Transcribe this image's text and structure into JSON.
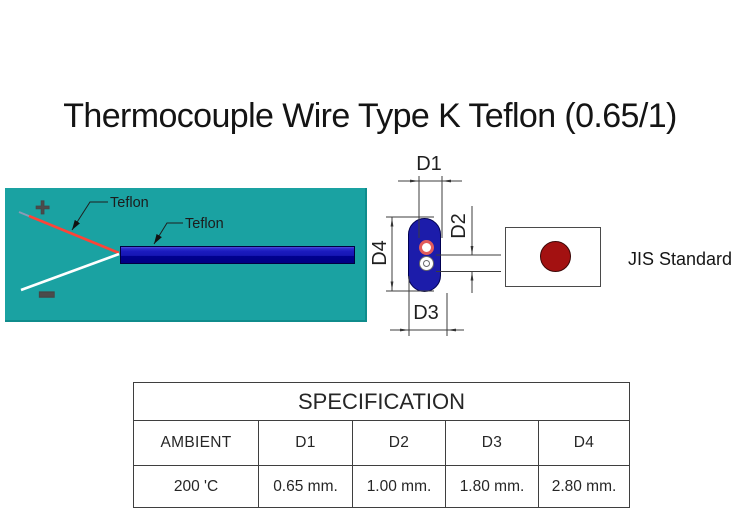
{
  "title": "Thermocouple Wire Type K Teflon (0.65/1)",
  "wire_diagram": {
    "positive_label": "+",
    "negative_label": "−",
    "insulation_label_positive_wire": "Teflon",
    "insulation_label_jacket": "Teflon",
    "colors": {
      "panel_background": "#1aa2a2",
      "jacket_blue": "#1616b4",
      "positive_wire_red": "#fb4438",
      "negative_wire_white": "#ffffff"
    }
  },
  "cross_section": {
    "dim_labels": {
      "top": "D1",
      "right": "D2",
      "bottom": "D3",
      "left": "D4"
    },
    "colors": {
      "body_navy": "#1c1caa",
      "positive_ring_red": "#e25b5b"
    }
  },
  "standard_badge": {
    "label": "JIS Standard",
    "flag_circle_color": "#a31111"
  },
  "spec_table": {
    "title": "SPECIFICATION",
    "headers": [
      "AMBIENT",
      "D1",
      "D2",
      "D3",
      "D4"
    ],
    "rows": [
      [
        "200 'C",
        "0.65 mm.",
        "1.00 mm.",
        "1.80 mm.",
        "2.80 mm."
      ]
    ]
  }
}
